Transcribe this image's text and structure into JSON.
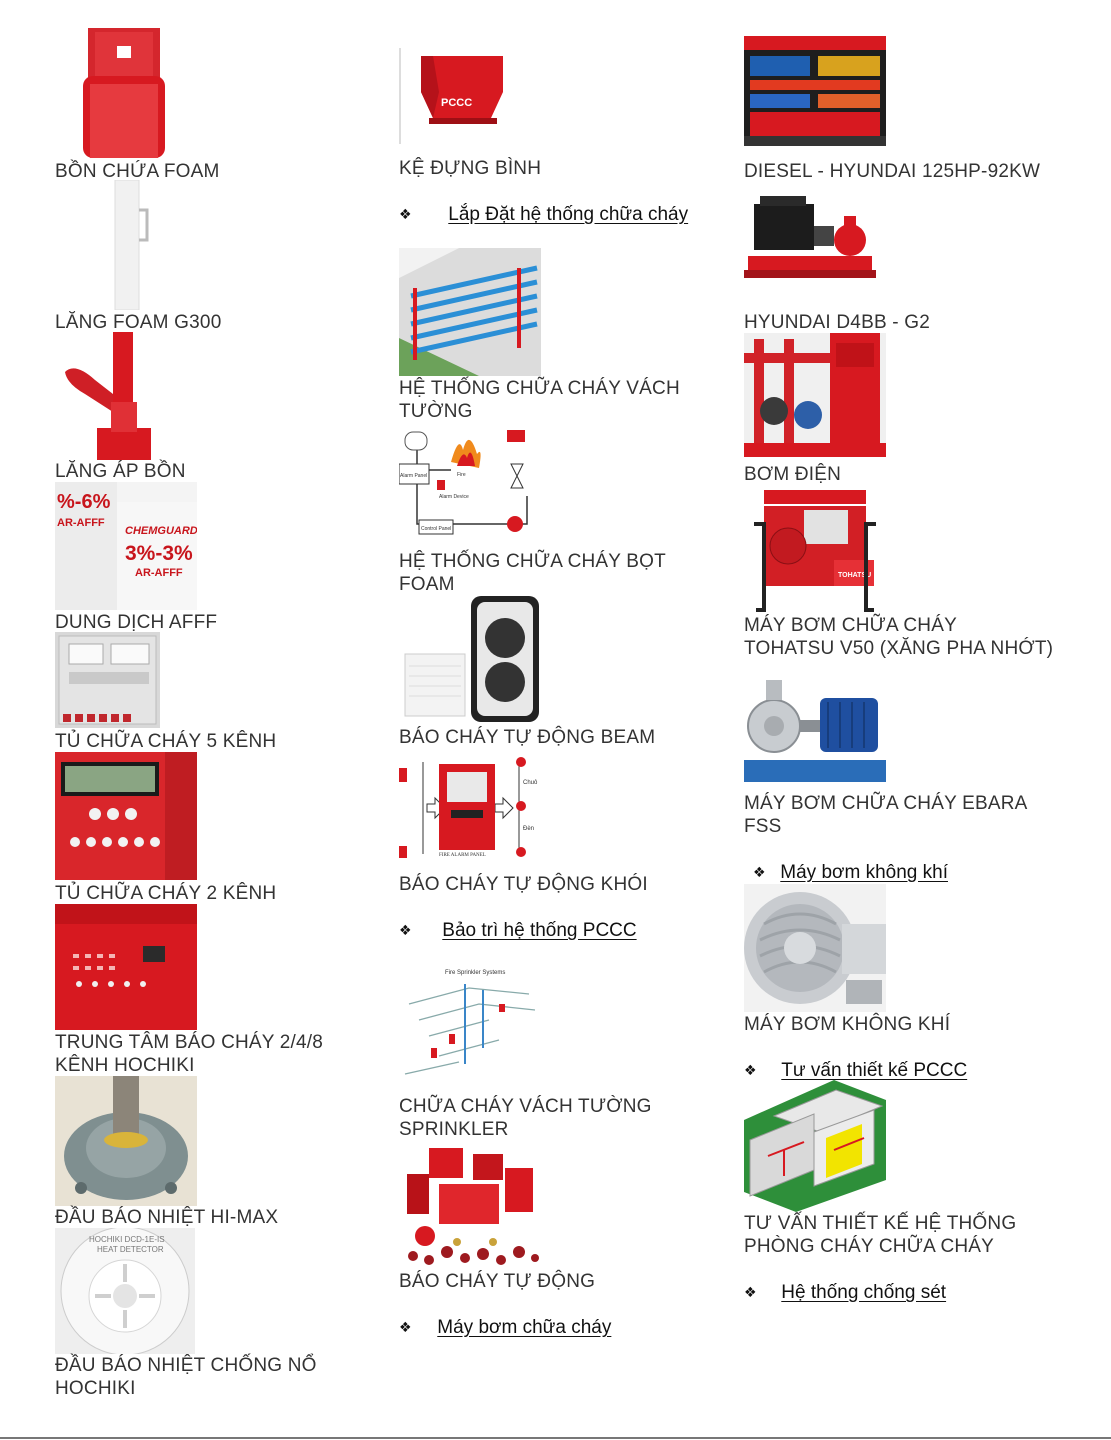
{
  "colors": {
    "accent_red": "#d71920",
    "text": "#333333",
    "link": "#111111"
  },
  "columns": [
    {
      "products": [
        {
          "caption": "BỒN CHỨA FOAM",
          "icon": "foam-tank-icon"
        },
        {
          "caption": "LĂNG FOAM G300",
          "icon": "foam-nozzle-icon"
        },
        {
          "caption": "LĂNG ÁP BỒN",
          "icon": "tank-nozzle-icon"
        },
        {
          "caption": "DUNG DỊCH AFFF",
          "icon": "afff-container-icon",
          "label_text": [
            "%-6%",
            "AR-AFFF",
            "CHEMGUARD",
            "3%-3%",
            "AR-AFFF"
          ]
        },
        {
          "caption": "TỦ CHỮA CHÁY 5 KÊNH",
          "icon": "control-panel-icon"
        },
        {
          "caption": "TỦ CHỮA CHÁY 2 KÊNH",
          "icon": "control-panel-icon"
        },
        {
          "caption_lines": [
            "TRUNG TÂM BÁO CHÁY 2/4/8",
            "KÊNH HOCHIKI"
          ],
          "icon": "alarm-center-icon"
        },
        {
          "caption": "ĐẦU BÁO NHIỆT HI-MAX",
          "icon": "heat-detector-icon"
        },
        {
          "caption_lines": [
            "ĐẦU BÁO NHIỆT CHỐNG NỔ",
            "HOCHIKI"
          ],
          "icon": "smoke-detector-icon",
          "label_text": [
            "HOCHIKI DCD-1E-IS",
            "HEAT DETECTOR"
          ]
        }
      ]
    },
    {
      "products": [
        {
          "caption": "KỆ ĐỰNG BÌNH",
          "icon": "extinguisher-shelf-icon",
          "label_text": [
            "PCCC"
          ]
        },
        {
          "caption_lines": [
            "HỆ THỐNG CHỮA CHÁY VÁCH",
            "TƯỜNG"
          ],
          "icon": "sprinkler-pipe-icon"
        },
        {
          "caption_lines": [
            "HỆ THỐNG CHỮA CHÁY BỌT",
            "FOAM"
          ],
          "icon": "foam-system-diagram-icon",
          "label_text": [
            "Alarm Panel",
            "Alarm Device",
            "Control Panel",
            "Fire"
          ]
        },
        {
          "caption": "BÁO CHÁY TỰ ĐỘNG BEAM",
          "icon": "beam-detector-icon"
        },
        {
          "caption": "BÁO CHÁY TỰ ĐỘNG KHÓI",
          "icon": "fire-alarm-panel-icon",
          "label_text": [
            "FIRE ALARM PANEL",
            "Chuô",
            "Đèn"
          ]
        },
        {
          "caption_lines": [
            "CHỮA CHÁY VÁCH TƯỜNG",
            "SPRINKLER"
          ],
          "icon": "sprinkler-diagram-icon",
          "label_text": [
            "Fire Sprinkler Systems"
          ]
        },
        {
          "caption": "BÁO CHÁY TỰ ĐỘNG",
          "icon": "fire-equipment-icon"
        }
      ],
      "links": [
        {
          "label": "Lắp Đặt hệ thống chữa cháy"
        },
        {
          "label": "Bảo trì hệ thống PCCC"
        },
        {
          "label": "Máy bơm chữa cháy"
        }
      ]
    },
    {
      "products": [
        {
          "caption": "DIESEL - HYUNDAI 125HP-92KW",
          "icon": "diesel-generator-icon"
        },
        {
          "caption": "HYUNDAI D4BB - G2",
          "icon": "diesel-pump-icon"
        },
        {
          "caption": "BƠM ĐIỆN",
          "icon": "electric-pump-icon"
        },
        {
          "caption_lines": [
            "MÁY BƠM CHỮA CHÁY",
            "TOHATSU V50 (XĂNG PHA NHỚT)"
          ],
          "icon": "portable-pump-icon",
          "label_text": [
            "TOHATSU"
          ]
        },
        {
          "caption_lines": [
            "MÁY BƠM CHỮA CHÁY EBARA",
            "FSS"
          ],
          "icon": "ebara-pump-icon"
        },
        {
          "caption": "MÁY BƠM KHÔNG KHÍ",
          "icon": "air-blower-icon"
        },
        {
          "caption_lines": [
            "TƯ VẤN THIẾT KẾ HỆ THỐNG",
            "PHÒNG CHÁY CHỮA CHÁY"
          ],
          "icon": "floor-plan-icon"
        }
      ],
      "links": [
        {
          "label": "Máy bơm không khí"
        },
        {
          "label": "Tư vấn thiết kế PCCC"
        },
        {
          "label": "Hệ thống chống sét"
        }
      ]
    }
  ]
}
